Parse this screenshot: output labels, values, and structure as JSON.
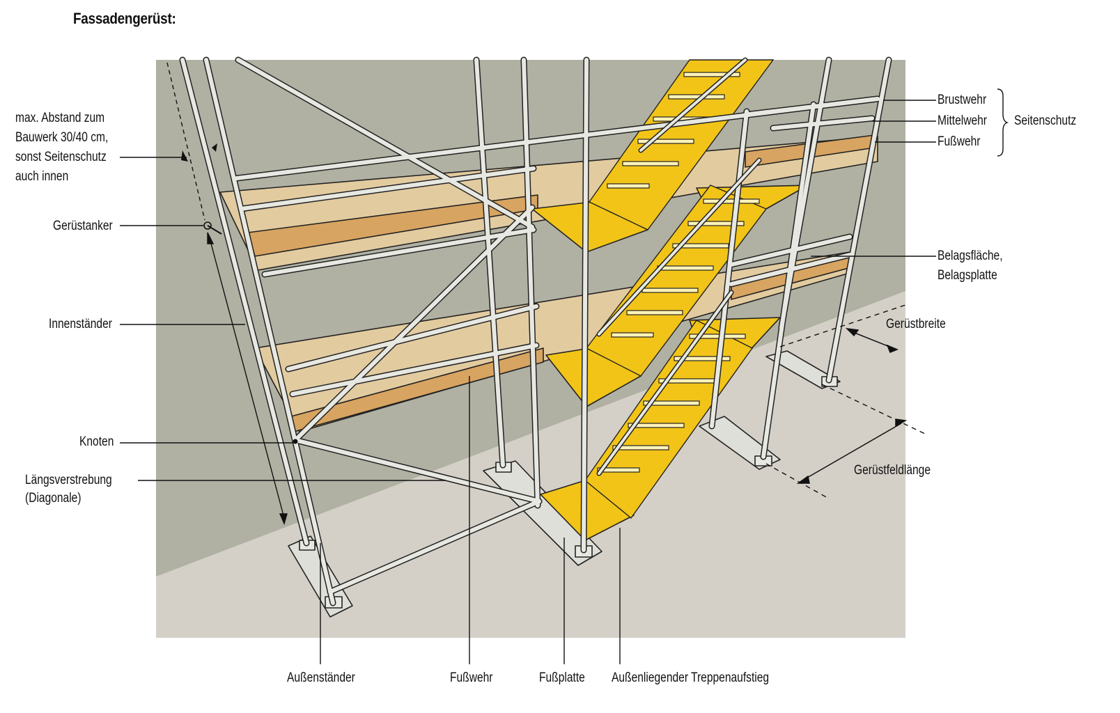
{
  "title": "Fassadengerüst:",
  "labels": {
    "abstand_1": "max. Abstand zum",
    "abstand_2": "Bauwerk 30/40 cm,",
    "abstand_3": "sonst Seitenschutz",
    "abstand_4": "auch innen",
    "geruestanker": "Gerüstanker",
    "innenstaender": "Innenständer",
    "knoten": "Knoten",
    "laengsverstrebung_1": "Längsverstrebung",
    "laengsverstrebung_2": "(Diagonale)",
    "brustwehr": "Brustwehr",
    "mittelwehr": "Mittelwehr",
    "fusswehr_top": "Fußwehr",
    "seitenschutz": "Seitenschutz",
    "belag_1": "Belagsfläche,",
    "belag_2": "Belagsplatte",
    "geruestbreite": "Gerüstbreite",
    "geruestfeldlaenge": "Gerüstfeldlänge",
    "aussenstaender": "Außenständer",
    "fusswehr_bottom": "Fußwehr",
    "fussplatte": "Fußplatte",
    "treppenaufstieg": "Außenliegender Treppenaufstieg"
  },
  "colors": {
    "wall": "#b0b1a3",
    "ground": "#d4d0c8",
    "pipe": "#e7e8e1",
    "stair": "#f2c418",
    "deck": "#e3cba0",
    "toeboard": "#d7a461"
  }
}
